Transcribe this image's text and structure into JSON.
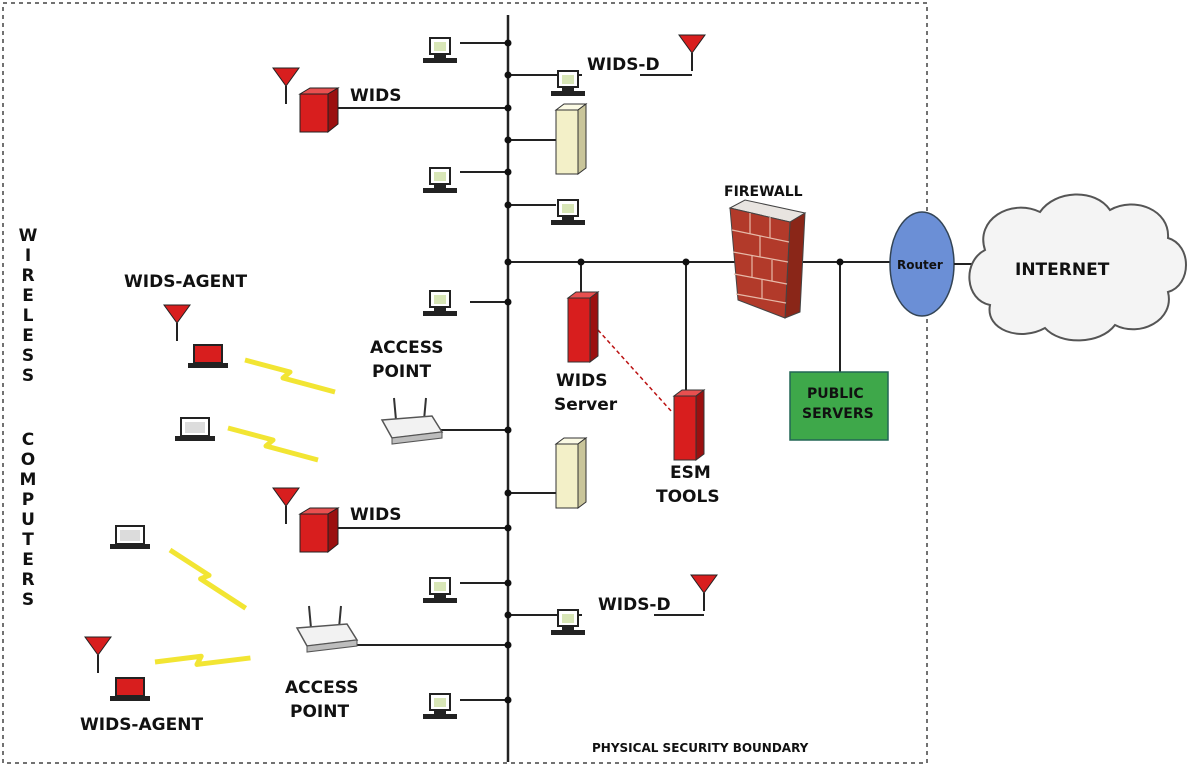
{
  "labels": {
    "wids_top": "WIDS",
    "wids_bottom": "WIDS",
    "wids_d_top": "WIDS-D",
    "wids_d_bottom": "WIDS-D",
    "wids_agent_top": "WIDS-AGENT",
    "wids_agent_bottom": "WIDS-AGENT",
    "access_point_top_1": "ACCESS",
    "access_point_top_2": "POINT",
    "access_point_bottom_1": "ACCESS",
    "access_point_bottom_2": "POINT",
    "wids_server_1": "WIDS",
    "wids_server_2": "Server",
    "esm_tools_1": "ESM",
    "esm_tools_2": "TOOLS",
    "firewall": "FIREWALL",
    "router": "Router",
    "internet": "INTERNET",
    "public_servers_1": "PUBLIC",
    "public_servers_2": "SERVERS",
    "boundary": "PHYSICAL SECURITY BOUNDARY",
    "side_word_1": "WIRELESS",
    "side_word_2": "COMPUTERS"
  },
  "colors": {
    "wids_red": "#d81e1e",
    "server_beige": "#f3f0c8",
    "router_blue": "#6b8fd6",
    "public_green": "#3ea84a",
    "firewall_brick": "#b23a2a",
    "lightning_yellow": "#f2e533"
  }
}
